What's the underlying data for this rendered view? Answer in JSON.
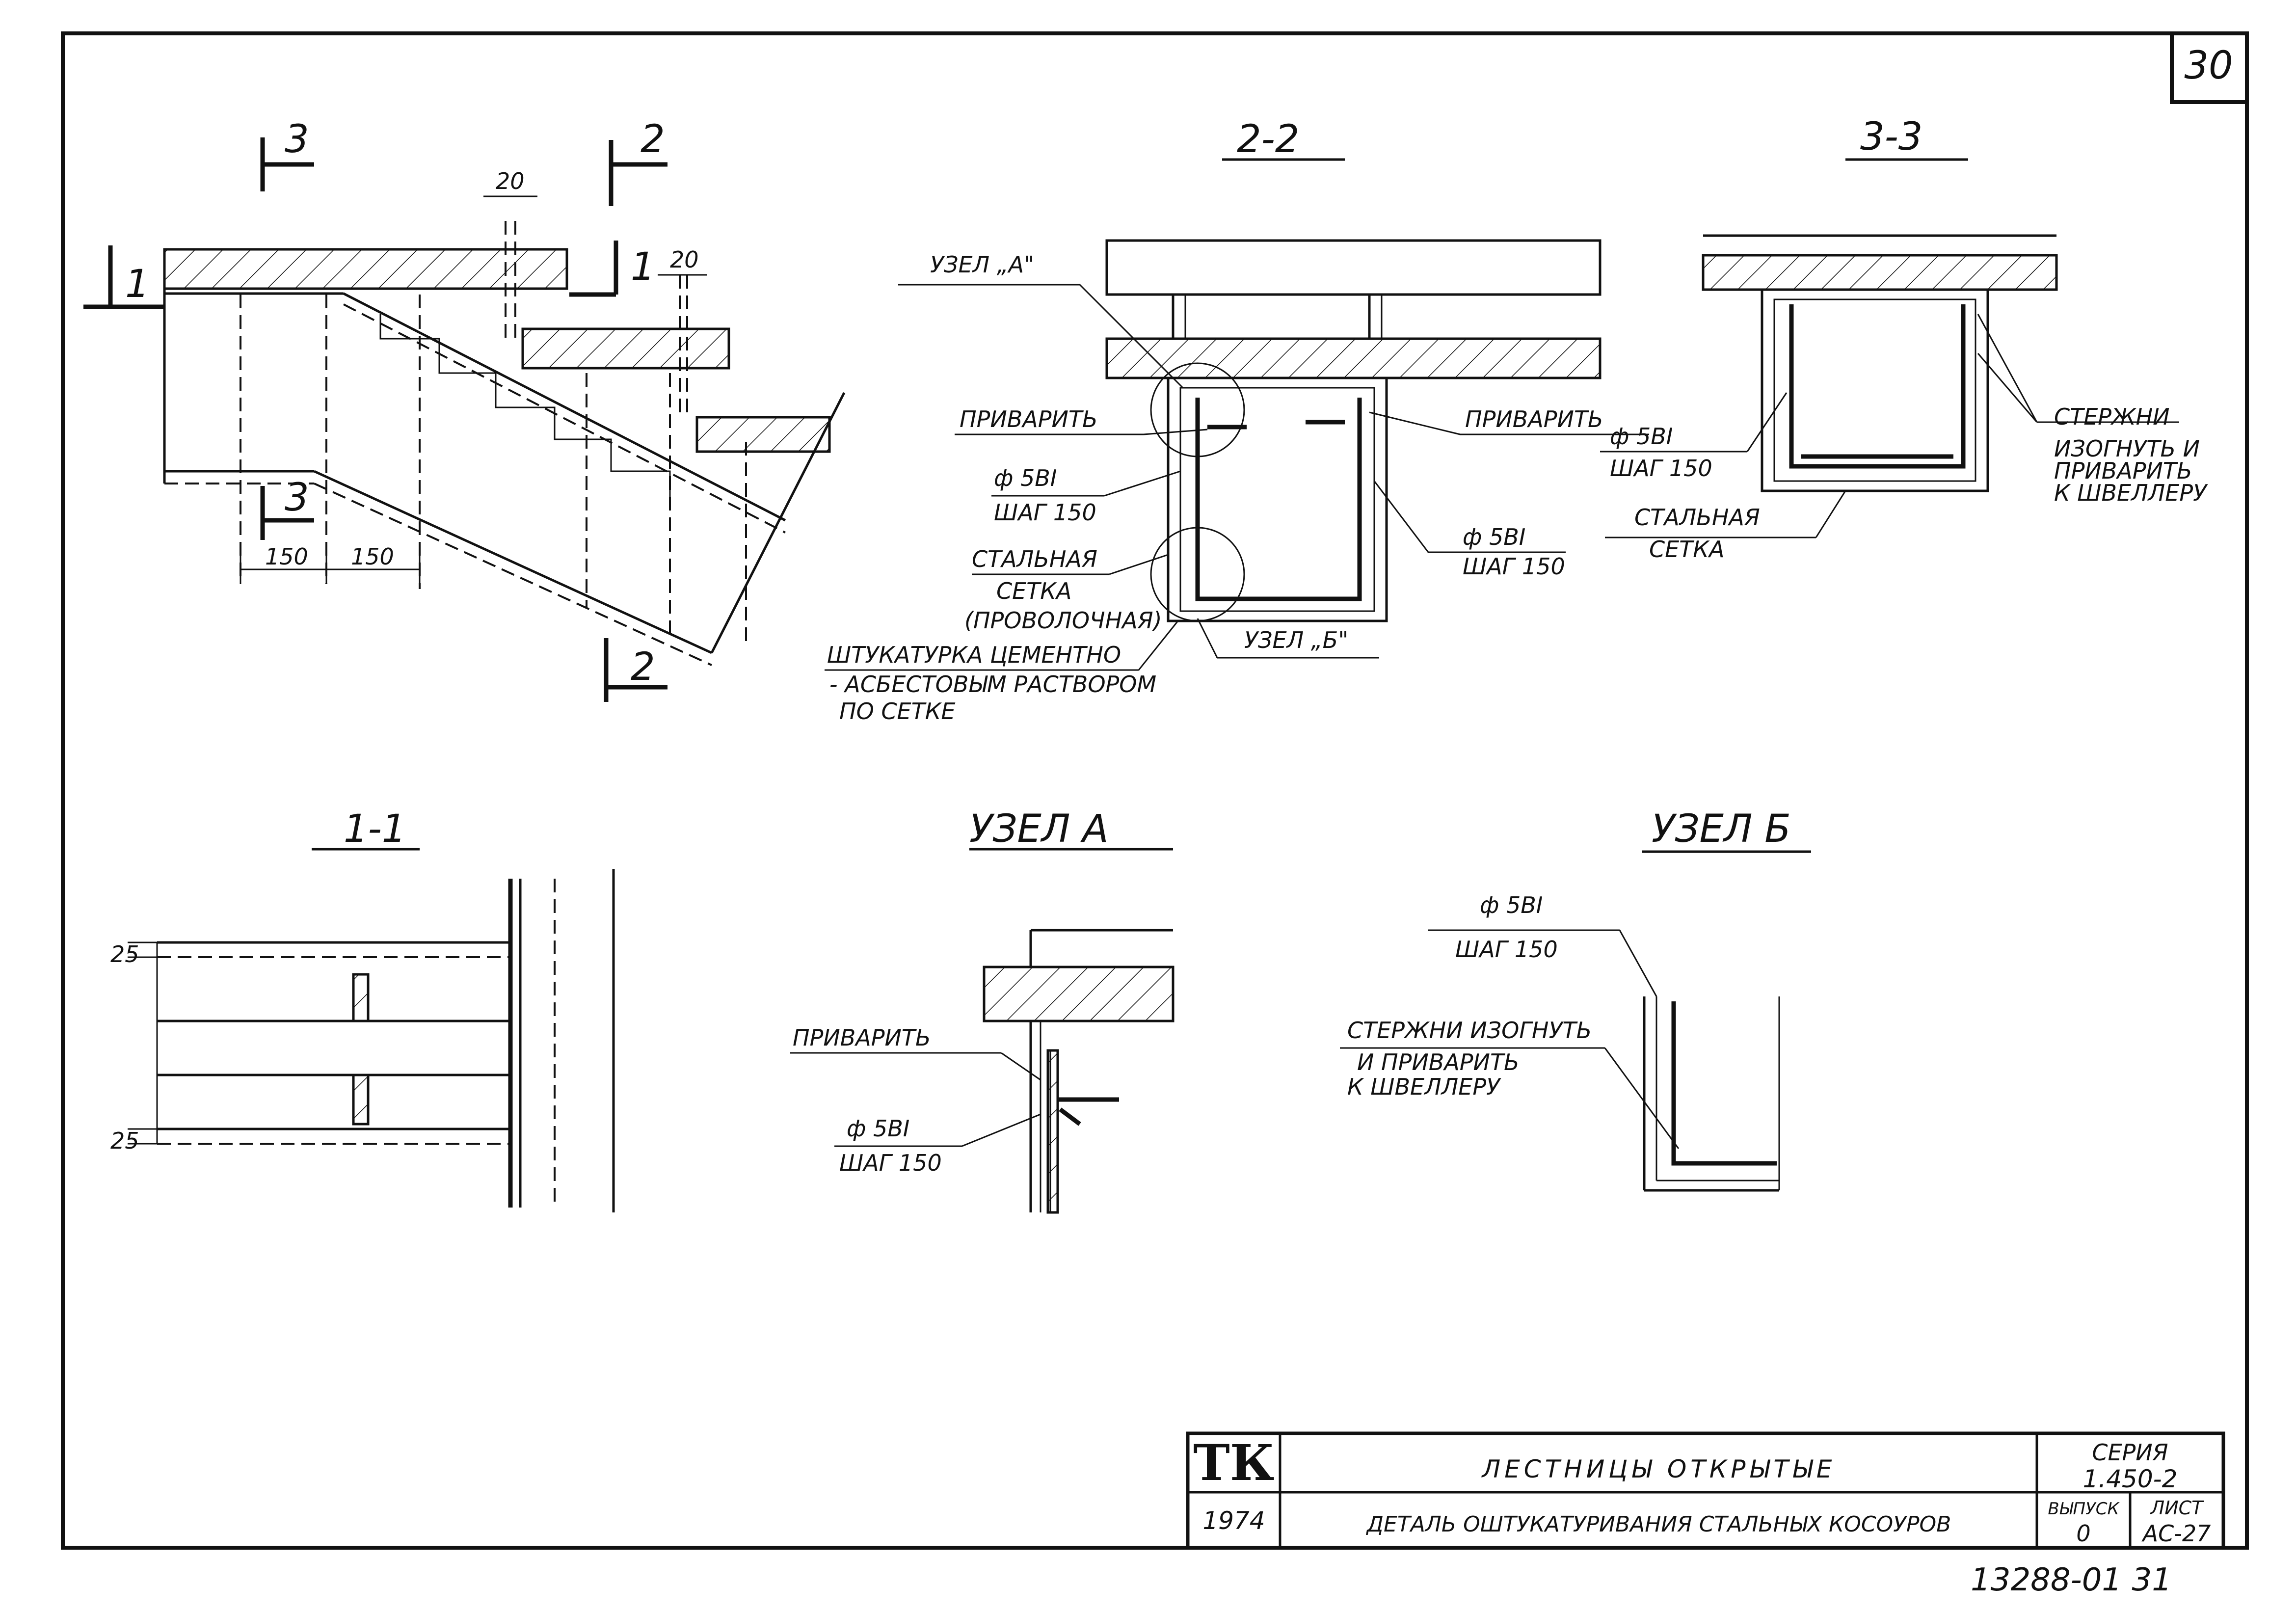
{
  "sheet_number": "30",
  "doc_number": "13288-01  31",
  "main_view": {
    "section_marks": [
      "3",
      "2",
      "1",
      "3",
      "2"
    ],
    "dims": {
      "d20a": "20",
      "d20b": "20",
      "d150a": "150",
      "d150b": "150"
    }
  },
  "section_2_2": {
    "title": "2-2",
    "node_a": "УЗЕЛ „А\"",
    "weld_left": "ПРИВАРИТЬ",
    "weld_right": "ПРИВАРИТЬ",
    "bar_left": "ф 5ВI",
    "step_left": "ШАГ 150",
    "bar_right": "ф 5ВI",
    "step_right": "ШАГ 150",
    "mesh_1": "СТАЛЬНАЯ",
    "mesh_2": "СЕТКА",
    "mesh_3": "(ПРОВОЛОЧНАЯ)",
    "node_b": "УЗЕЛ „Б\"",
    "plaster_1": "ШТУКАТУРКА ЦЕМЕНТНО",
    "plaster_2": "- АСБЕСТОВЫМ РАСТВОРОМ",
    "plaster_3": "ПО СЕТКЕ"
  },
  "section_3_3": {
    "title": "3-3",
    "bar": "ф 5ВI",
    "step": "ШАГ 150",
    "mesh_1": "СТАЛЬНАЯ",
    "mesh_2": "СЕТКА",
    "rods_1": "СТЕРЖНИ",
    "rods_2": "ИЗОГНУТЬ И",
    "rods_3": "ПРИВАРИТЬ",
    "rods_4": "К ШВЕЛЛЕРУ"
  },
  "section_1_1": {
    "title": "1-1",
    "dim_top": "25",
    "dim_bottom": "25"
  },
  "node_a_detail": {
    "title": "УЗЕЛ А",
    "weld": "ПРИВАРИТЬ",
    "bar": "ф 5ВI",
    "step": "ШАГ 150"
  },
  "node_b_detail": {
    "title": "УЗЕЛ Б",
    "bar": "ф 5ВI",
    "step": "ШАГ 150",
    "rods_1": "СТЕРЖНИ ИЗОГНУТЬ",
    "rods_2": "И ПРИВАРИТЬ",
    "rods_3": "К ШВЕЛЛЕРУ"
  },
  "title_block": {
    "logo": "ТК",
    "year": "1974",
    "name": "ЛЕСТНИЦЫ ОТКРЫТЫЕ",
    "subtitle": "ДЕТАЛЬ ОШТУКАТУРИВАНИЯ СТАЛЬНЫХ КОСОУРОВ",
    "series_label": "СЕРИЯ",
    "series_value": "1.450-2",
    "issue_label": "ВЫПУСК",
    "issue_value": "0",
    "sheet_label": "ЛИСТ",
    "sheet_value": "АС-27"
  }
}
